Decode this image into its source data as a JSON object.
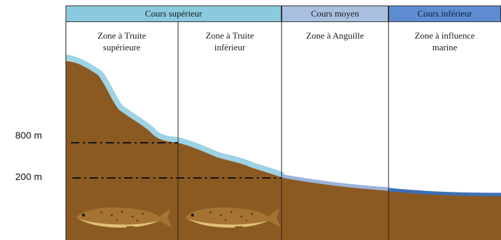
{
  "altitudes": {
    "high": "800 m",
    "low": "200 m"
  },
  "courses": {
    "superieur": "Cours supérieur",
    "moyen": "Cours moyen",
    "inferieur": "Cours inférieur"
  },
  "zones": {
    "truite_sup_line1": "Zone à Truite",
    "truite_sup_line2": "supérieure",
    "truite_inf_line1": "Zone à Truite",
    "truite_inf_line2": "inférieur",
    "anguille": "Zone à Anguille",
    "marine_line1": "Zone à influence",
    "marine_line2": "marine"
  },
  "colors": {
    "soil": "#8b5a22",
    "water_upper": "#9dd3e4",
    "water_middle": "#9cb4dc",
    "water_lower": "#3e6fb4",
    "header_superieur": "#8bc9de",
    "header_moyen": "#a9bfe0",
    "header_inferieur": "#5e8cd0"
  },
  "icons": {
    "fish_1": "trout-icon",
    "fish_2": "trout-icon"
  }
}
